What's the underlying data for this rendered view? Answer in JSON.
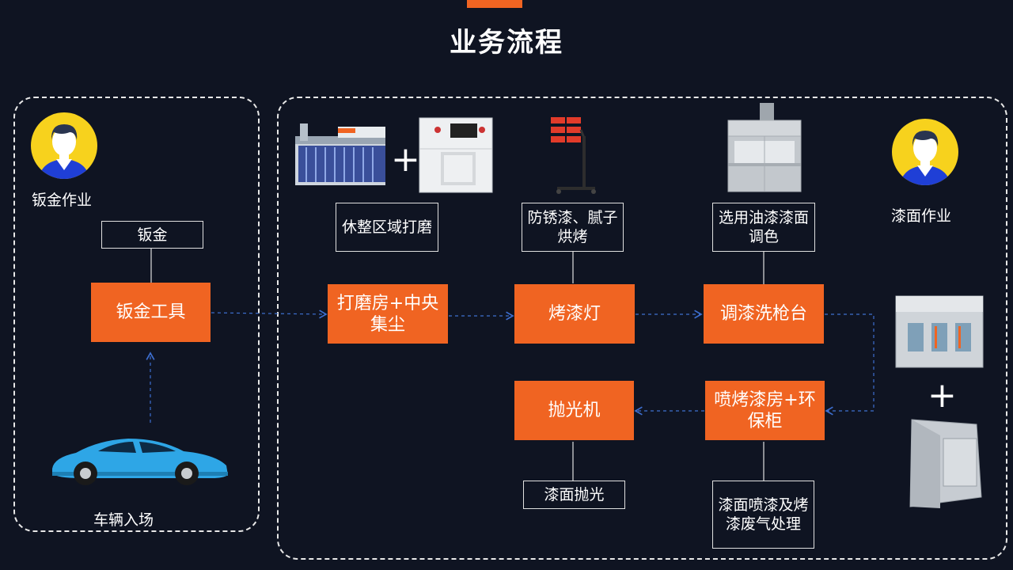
{
  "title": "业务流程",
  "roles": {
    "sheet_metal": "钣金作业",
    "paint": "漆面作业"
  },
  "vehicle_entry": "车辆入场",
  "steps": {
    "sheet_metal_tools": "钣金工具",
    "sanding_room": "打磨房+中央集尘",
    "baking_lamp": "烤漆灯",
    "mixing_station": "调漆洗枪台",
    "spray_booth": "喷烤漆房+环保柜",
    "polisher": "抛光机"
  },
  "notes": {
    "sheet_metal": "钣金",
    "sanding": "休整区域打磨",
    "baking": "防锈漆、腻子烘烤",
    "mixing": "选用油漆漆面调色",
    "spray": "漆面喷漆及烤漆废气处理",
    "polish": "漆面抛光"
  },
  "plus_sign": "+",
  "colors": {
    "accent": "#f06422",
    "background": "#0f1422",
    "avatar_ring": "#f7d21d",
    "avatar_body": "#1f3fd6",
    "car": "#2ea6e6",
    "arrow": "#3d6fd0"
  }
}
